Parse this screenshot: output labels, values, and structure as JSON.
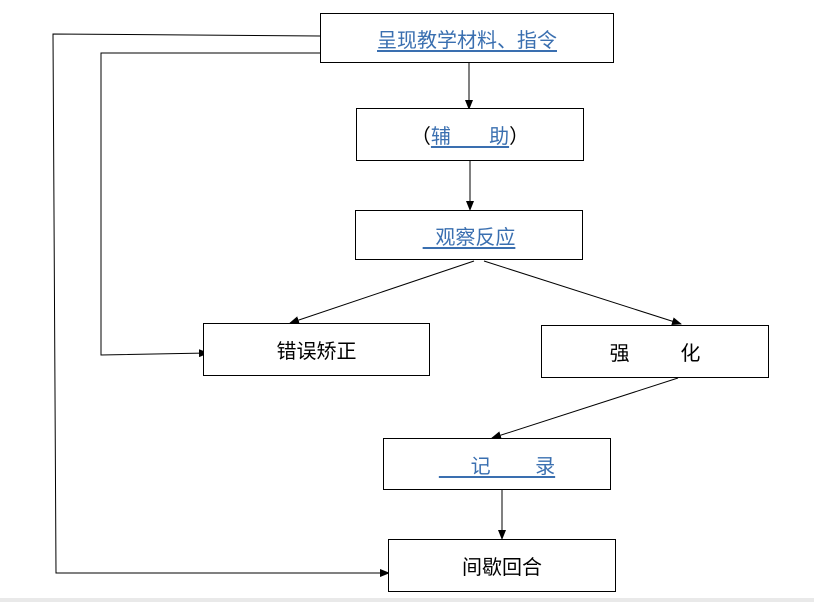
{
  "nodes": {
    "present": {
      "text": "呈现教学材料、指令"
    },
    "assist": {
      "open": "（",
      "text": "辅      助",
      "close": "）"
    },
    "observe": {
      "text": "  观察反应"
    },
    "correct": {
      "text": "错误矫正"
    },
    "reinforce": {
      "text": "强        化"
    },
    "record": {
      "text": "     记       录"
    },
    "interval": {
      "text": "间歇回合"
    }
  }
}
